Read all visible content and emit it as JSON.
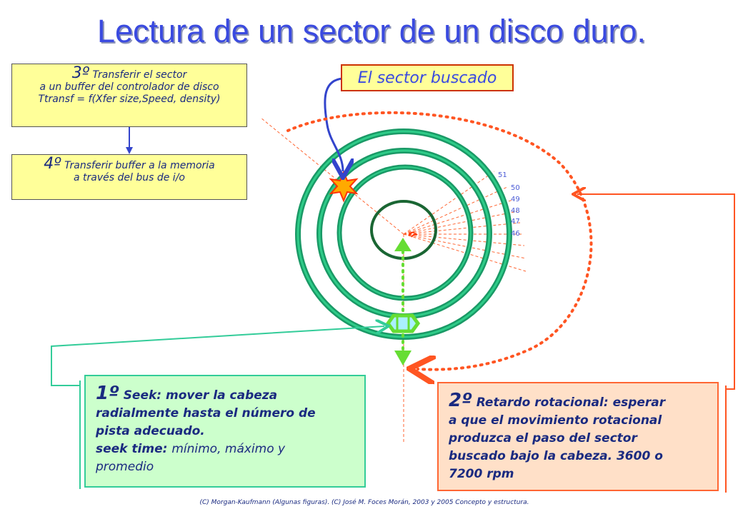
{
  "title": "Lectura de un sector de un disco duro.",
  "step3": {
    "number": "3º",
    "line1": "Transferir el sector",
    "line2": "a un buffer del controlador de disco",
    "line3": "Ttransf = f(Xfer size,Speed, density)"
  },
  "step4": {
    "number": "4º",
    "line1": "Transferir buffer a la memoria",
    "line2": "a través del bus de i/o"
  },
  "sector_label": "El sector buscado",
  "track_numbers": [
    "51",
    "50",
    "49",
    "48",
    "47",
    "46"
  ],
  "step1": {
    "number": "1º",
    "heading": "Seek: mover la cabeza",
    "line2": "radialmente hasta el número de",
    "line3": "pista adecuado.",
    "seek_label": "seek time:",
    "seek_values": "mínimo, máximo y",
    "seek_values2": "promedio"
  },
  "step2": {
    "number": "2º",
    "text1": "Retardo rotacional: esperar",
    "text2": "a que el movimiento rotacional",
    "text3": "produzca el paso del sector",
    "text4": "buscado bajo la cabeza. 3600 o",
    "text5": "7200 rpm"
  },
  "footer": "(C) Morgan-Kaufmann (Algunas figuras). (C) José M. Foces Morán, 2003 y 2005 Concepto y estructura.",
  "colors": {
    "title": "#3a4ae0",
    "disk_ring": "#1a9966",
    "head": "#66dd33",
    "arrow_red": "#ff5522",
    "arrow_blue": "#3344cc"
  }
}
